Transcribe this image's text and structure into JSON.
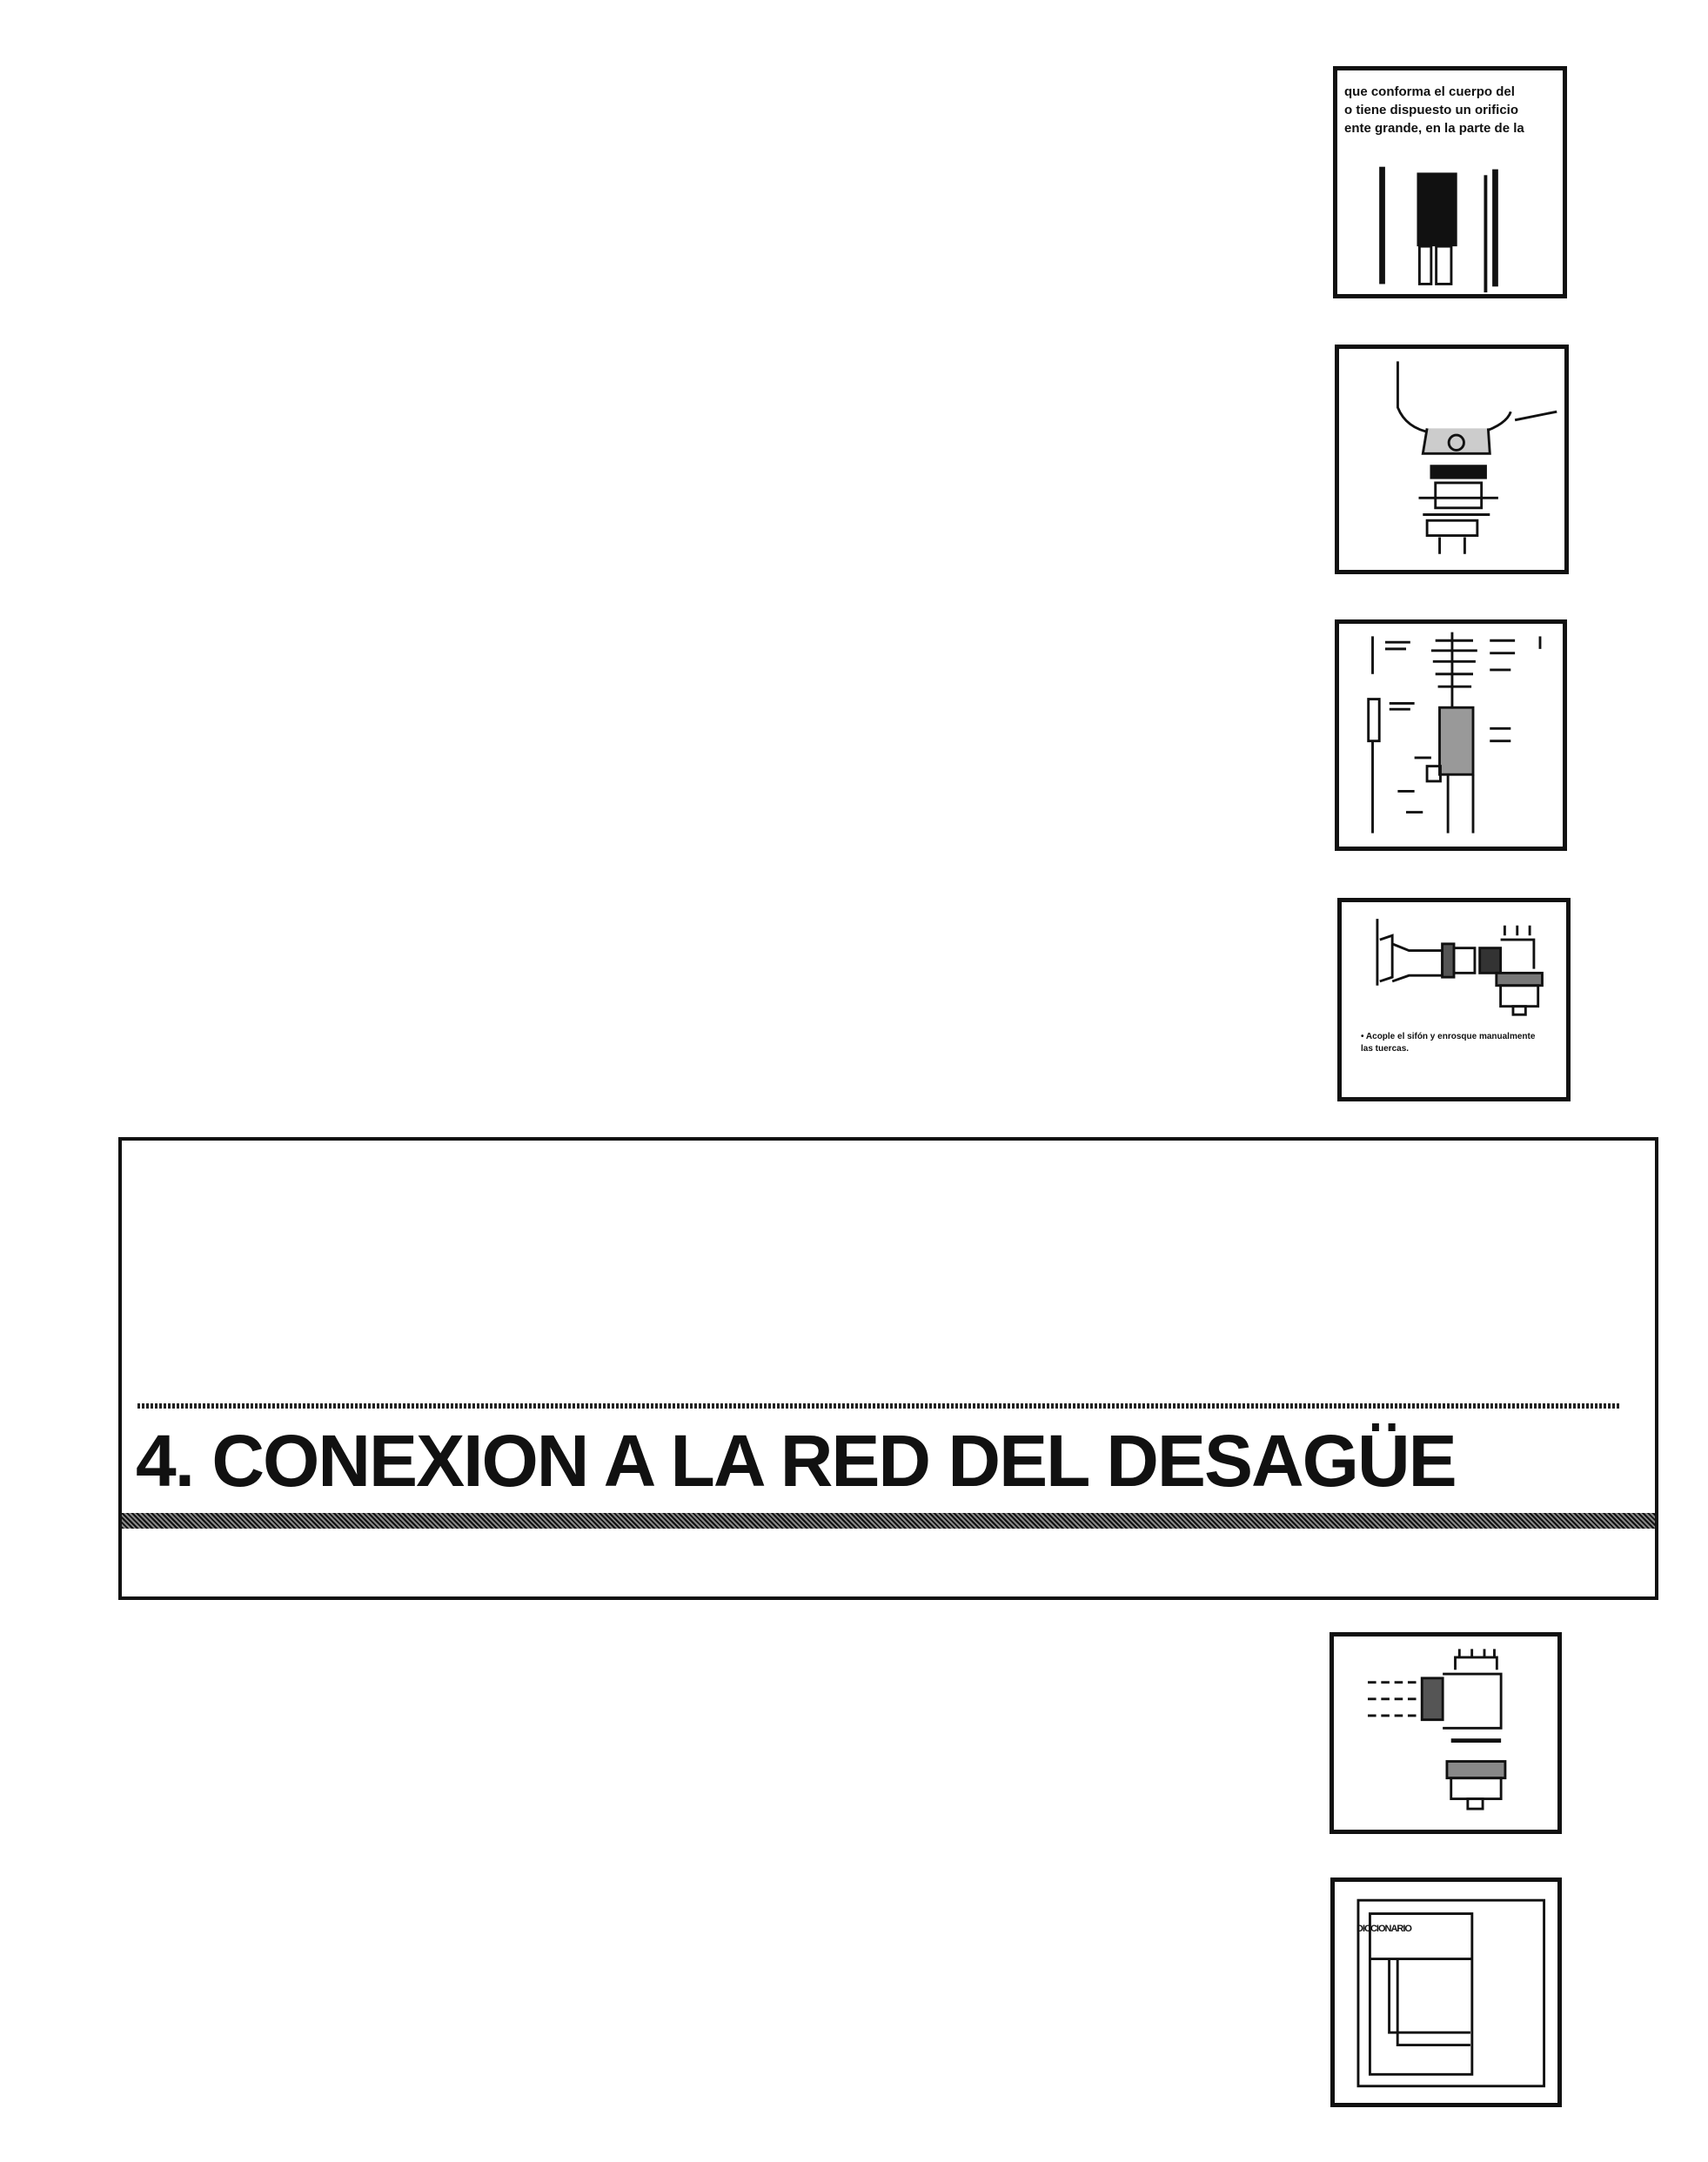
{
  "figures": {
    "fig1_text": [
      "que conforma el cuerpo del",
      "o tiene dispuesto un orificio",
      "ente grande, en la parte de la"
    ],
    "fig4_caption": "• Acople el sifón y enrosque manualmente las tuercas.",
    "fig6_label": "DICCIONARIO"
  },
  "section": {
    "title": "4. CONEXION A LA RED DEL DESAGÜE"
  }
}
